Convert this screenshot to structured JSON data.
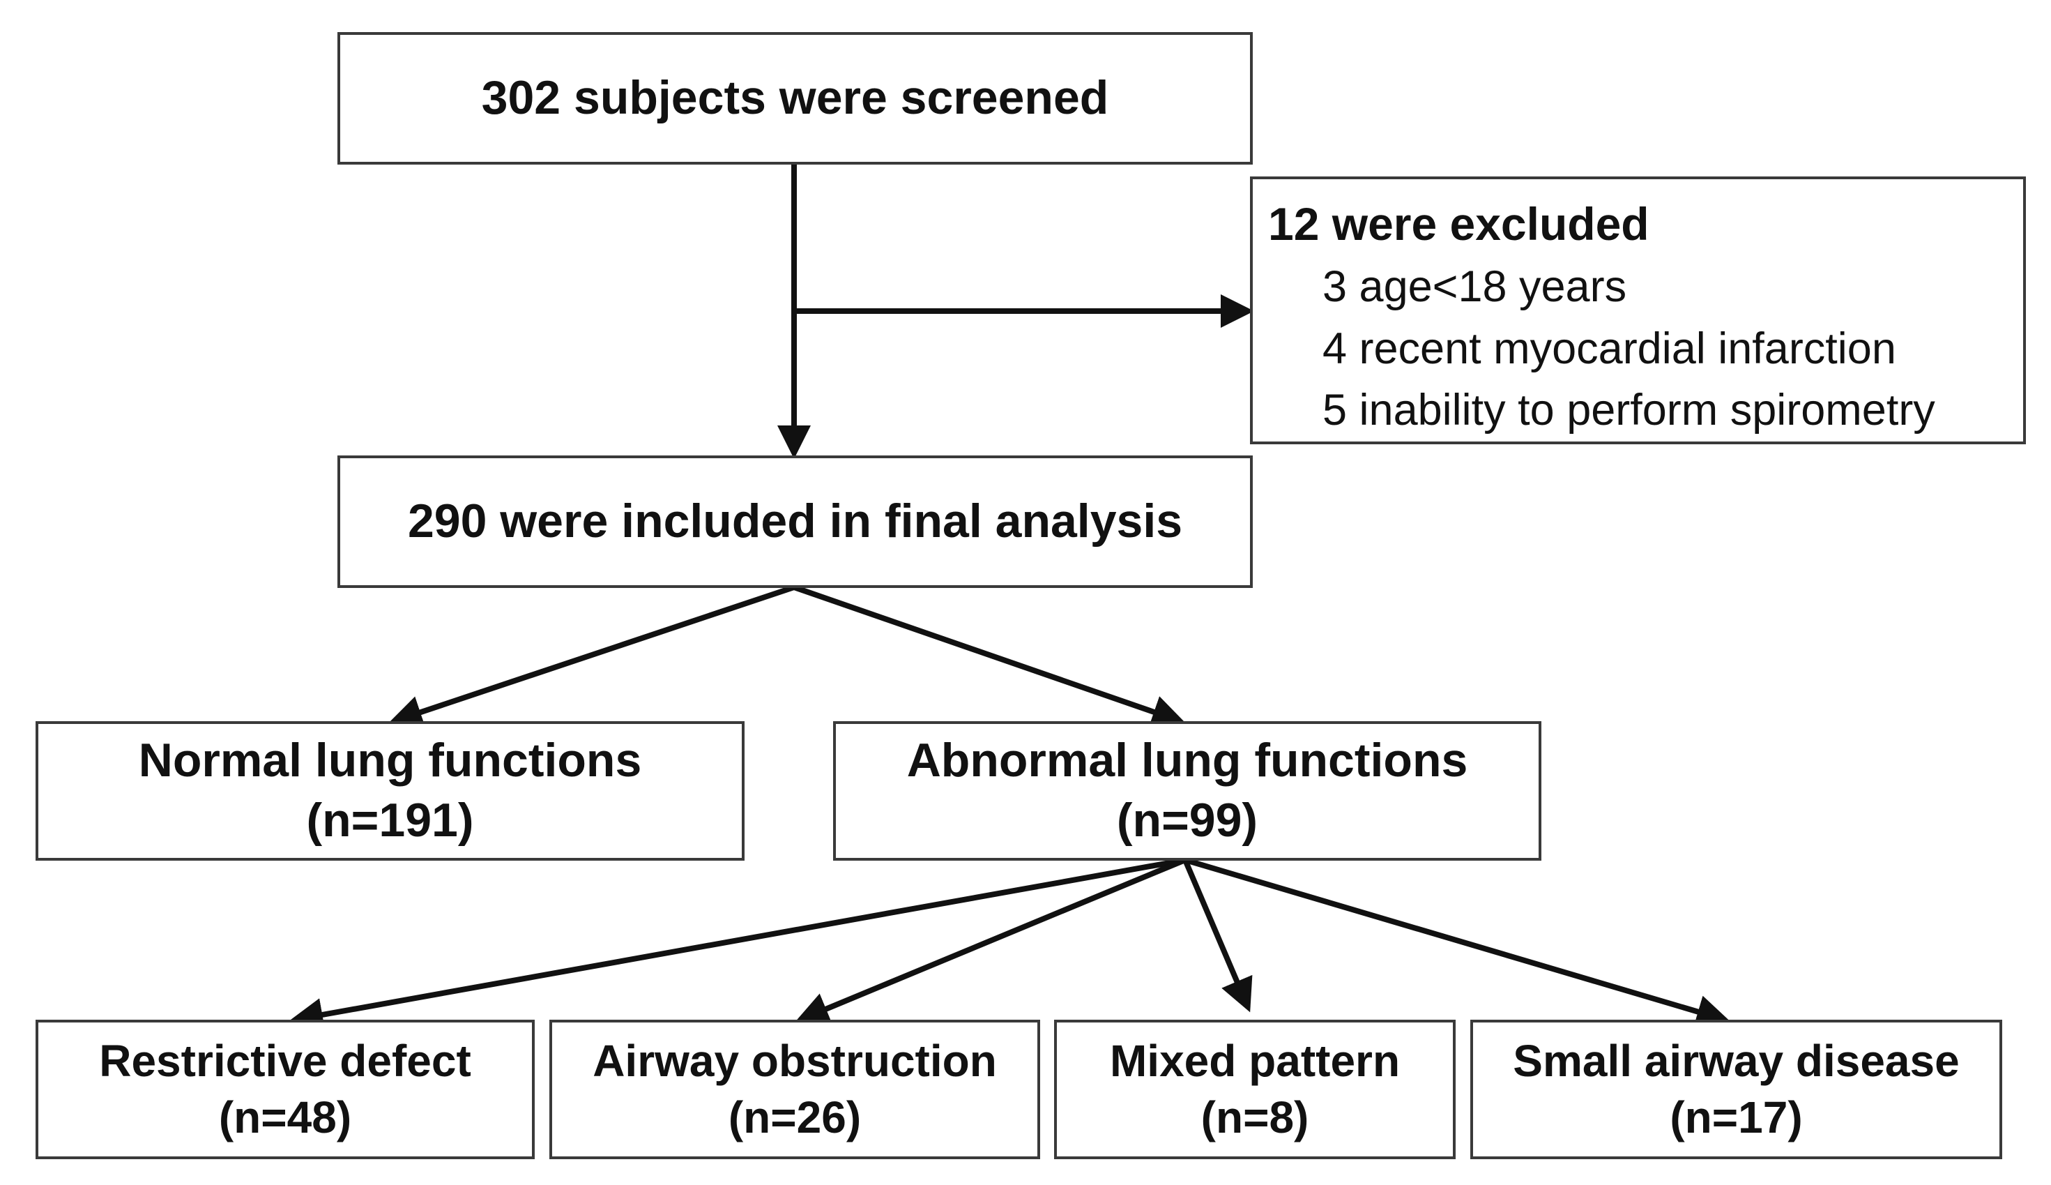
{
  "flowchart": {
    "screened": "302 subjects were screened",
    "excluded": {
      "title": "12 were excluded",
      "reasons": [
        "3 age<18 years",
        "4 recent myocardial infarction",
        "5 inability to perform spirometry"
      ]
    },
    "included": "290 were included in final analysis",
    "normal": {
      "label": "Normal lung functions",
      "count": "(n=191)"
    },
    "abnormal": {
      "label": "Abnormal lung functions",
      "count": "(n=99)"
    },
    "subgroups": [
      {
        "label": "Restrictive defect",
        "count": "(n=48)"
      },
      {
        "label": "Airway obstruction",
        "count": "(n=26)"
      },
      {
        "label": "Mixed pattern",
        "count": "(n=8)"
      },
      {
        "label": "Small airway disease",
        "count": "(n=17)"
      }
    ]
  }
}
